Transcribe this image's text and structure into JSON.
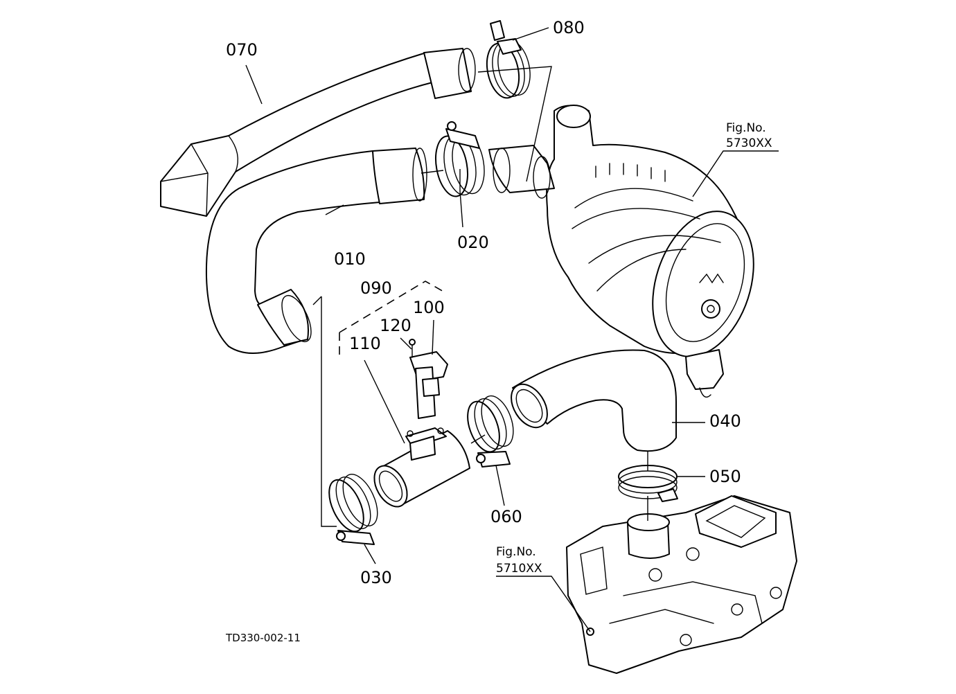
{
  "labels": {
    "p010": "010",
    "p020": "020",
    "p030": "030",
    "p040": "040",
    "p050": "050",
    "p060": "060",
    "p070": "070",
    "p080": "080",
    "p090": "090",
    "p100": "100",
    "p110": "110",
    "p120": "120"
  },
  "refs": {
    "air_cleaner": {
      "title": "Fig.No.",
      "number": "5730XX"
    },
    "manifold": {
      "title": "Fig.No.",
      "number": "5710XX"
    }
  },
  "drawing_code": "TD330-002-11"
}
